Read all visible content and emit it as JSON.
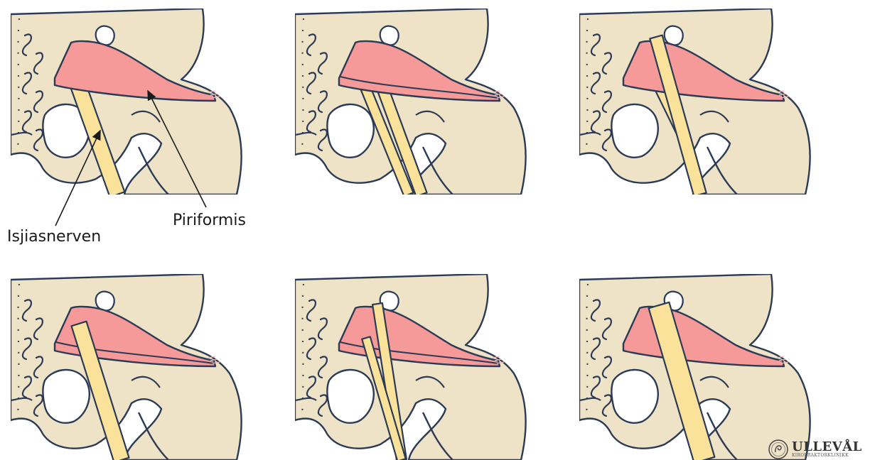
{
  "labels": {
    "nerve": "Isjiasnerven",
    "muscle": "Piriformis"
  },
  "logo": {
    "name": "ULLEVÅL",
    "subtitle": "KIROPRAKTORKLINIKK"
  },
  "colors": {
    "bone": "#EEE3C6",
    "muscle": "#F59A98",
    "nerve": "#FAE29A",
    "outline": "#2B3A55",
    "background": "#FFFFFF"
  },
  "variants": [
    {
      "id": 1,
      "nerve_path": "below",
      "muscle_split": false
    },
    {
      "id": 2,
      "nerve_path": "split-through-and-below",
      "muscle_split": true
    },
    {
      "id": 3,
      "nerve_path": "split-above-and-below",
      "muscle_split": false
    },
    {
      "id": 4,
      "nerve_path": "through",
      "muscle_split": true
    },
    {
      "id": 5,
      "nerve_path": "split-above-and-through",
      "muscle_split": true
    },
    {
      "id": 6,
      "nerve_path": "above",
      "muscle_split": false
    }
  ]
}
